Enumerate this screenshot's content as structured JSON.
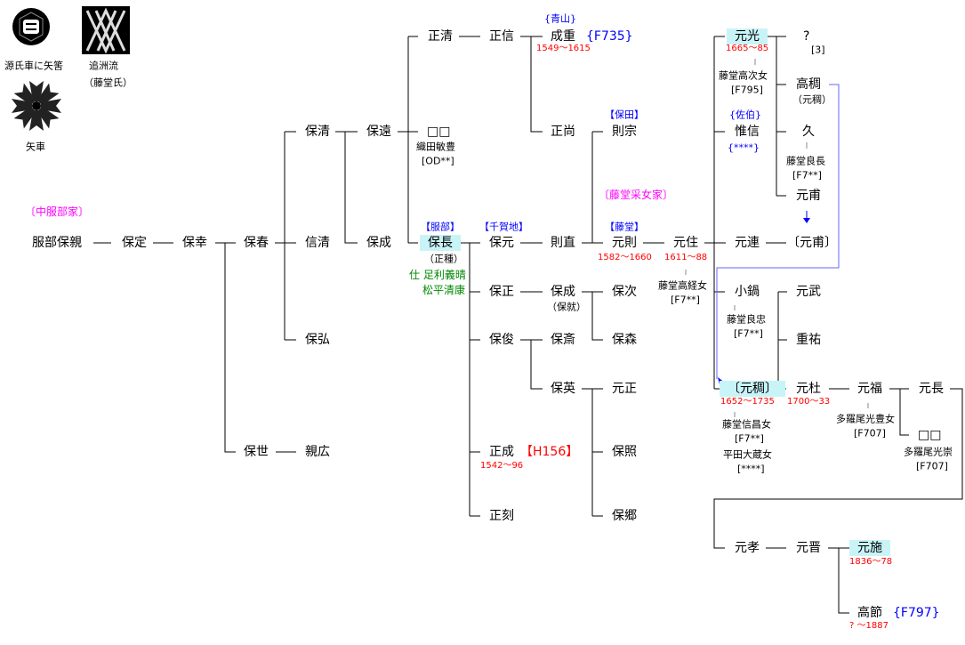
{
  "crests": {
    "c1": "源氏車に矢筈",
    "c2a": "追洲流",
    "c2b": "（藤堂氏）",
    "c3": "矢車"
  },
  "branches": {
    "naka": "〔中服部家〕",
    "uneme": "〔藤堂采女家〕"
  },
  "n": {
    "chikaoya": "服部保親",
    "yasusada": "保定",
    "yasuyuki": "保幸",
    "yasuharu": "保春",
    "yasukiyo": "保清",
    "nobukiyo": "信清",
    "yasuhiro": "保弘",
    "yasuyo": "保世",
    "chikahiro": "親広",
    "yasutoo": "保遠",
    "yasunari": "保成",
    "masakiyo": "正清",
    "masanobu": "正信",
    "narishige": "成重",
    "narishige_tag": "{F735}",
    "narishige_clan": "{青山}",
    "narishige_d": "1549〜1615",
    "unk1": "□□",
    "unk1_w": "織田敏豊",
    "unk1_c": "[OD**]",
    "masanao": "正尚",
    "norimune_clan": "【保田】",
    "norimune": "則宗",
    "yasunaga_clan": "【服部】",
    "yasunaga": "保長",
    "yasunaga_alt": "（正種）",
    "yasunaga_s1": "仕 足利義晴",
    "yasunaga_s2": "松平清康",
    "yasumoto_clan": "【千賀地】",
    "yasumoto": "保元",
    "torinao": "則直",
    "motonori_clan": "【藤堂】",
    "motonori": "元則",
    "motonori_d": "1582〜1660",
    "motozumi": "元住",
    "motozumi_d": "1611〜88",
    "motozumi_w": "藤堂高経女",
    "motozumi_c": "[F7**]",
    "yasumasa": "保正",
    "yasunari2": "保成",
    "yasunari2_alt": "（保就）",
    "yasutsugu": "保次",
    "yasutoshi": "保俊",
    "yasuhito": "保斎",
    "yasumori": "保森",
    "yasuhide": "保英",
    "motomasa": "元正",
    "masanari": "正成",
    "masanari_tag": "【H156】",
    "masanari_d": "1542〜96",
    "yasuteru": "保照",
    "masatoki": "正刻",
    "yasusato": "保郷",
    "motomitsu": "元光",
    "motomitsu_d": "1665〜85",
    "motomitsu_w": "藤堂高次女",
    "motomitsu_c": "[F795]",
    "q": "?",
    "q_c": "[3]",
    "takachika": "高稠",
    "takachika_alt": "（元稠）",
    "korenobu_clan": "{佐伯}",
    "korenobu": "惟信",
    "korenobu_c": "{****}",
    "hisa": "久",
    "hisa_h": "藤堂良長",
    "hisa_c": "[F7**]",
    "motosuke": "元甫",
    "motoren": "元連",
    "motosuke2": "〔元甫〕",
    "konabe": "小鍋",
    "konabe_h": "藤堂良忠",
    "konabe_c": "[F7**]",
    "mototake": "元武",
    "shigesuke": "重祐",
    "motochika": "〔元稠〕",
    "motochika_d": "1652〜1735",
    "motochika_w1": "藤堂信昌女",
    "motochika_c1": "[F7**]",
    "motochika_w2": "平田大蔵女",
    "motochika_c2": "[****]",
    "motomori": "元杜",
    "motomori_d": "1700〜33",
    "motofuku": "元福",
    "motofuku_w": "多羅尾光豊女",
    "motofuku_c": "[F707]",
    "motonaga": "元長",
    "unk2": "□□",
    "unk2_n": "多羅尾光崇",
    "unk2_c": "[F707]",
    "mototaka": "元孝",
    "motoaki": "元晋",
    "motoharu": "元施",
    "motoharu_d": "1836〜78",
    "takanori": "高節",
    "takanori_tag": "{F797}",
    "takanori_d": "? 〜1887"
  }
}
